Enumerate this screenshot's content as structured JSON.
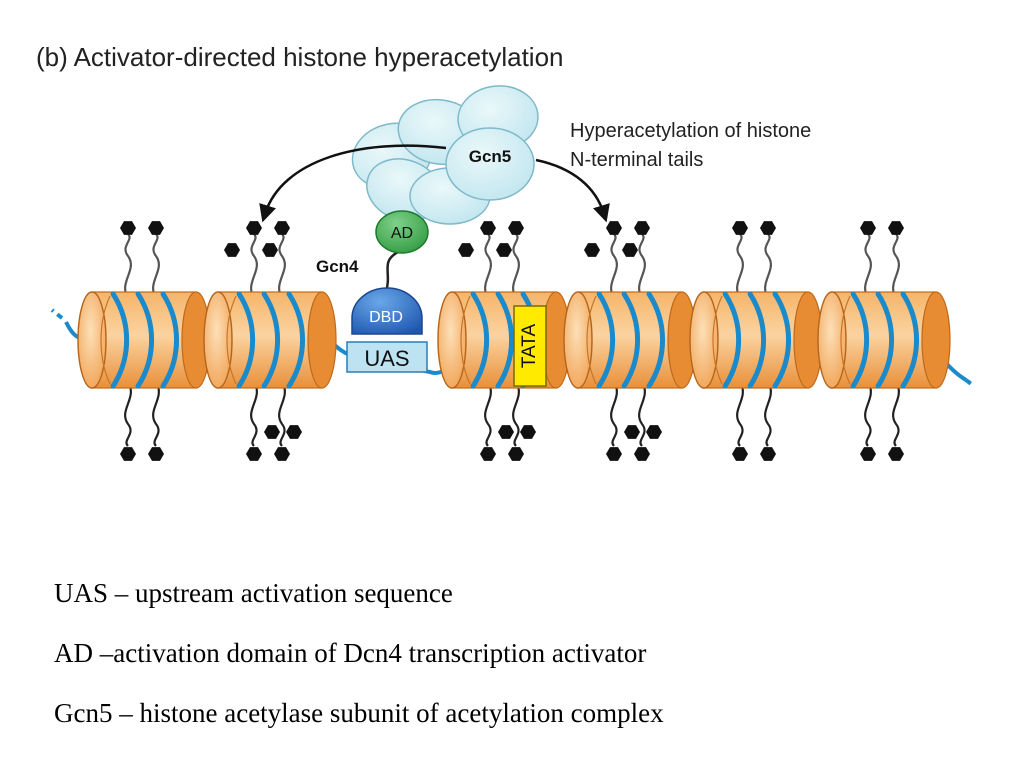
{
  "figure": {
    "title": "(b)  Activator-directed histone hyperacetylation",
    "annotation": {
      "line1": "Hyperacetylation of histone",
      "line2": "N-terminal tails"
    },
    "labels": {
      "gcn5": "Gcn5",
      "gcn4": "Gcn4",
      "ad": "AD",
      "dbd": "DBD",
      "uas": "UAS",
      "tata": "TATA"
    },
    "colors": {
      "nucleosome": "#f0a050",
      "dna": "#1a8acb",
      "gcn5_complex": "#cdecf2",
      "ad_domain": "#3fae4e",
      "dbd_domain": "#2f6fc4",
      "uas_box": "#bde3f2",
      "tata_box": "#ffea00",
      "acetyl_group": "#111111"
    }
  },
  "legend": [
    "UAS – upstream activation sequence",
    "AD –activation domain of Dcn4 transcription activator",
    "Gcn5 – histone acetylase subunit of acetylation complex"
  ]
}
